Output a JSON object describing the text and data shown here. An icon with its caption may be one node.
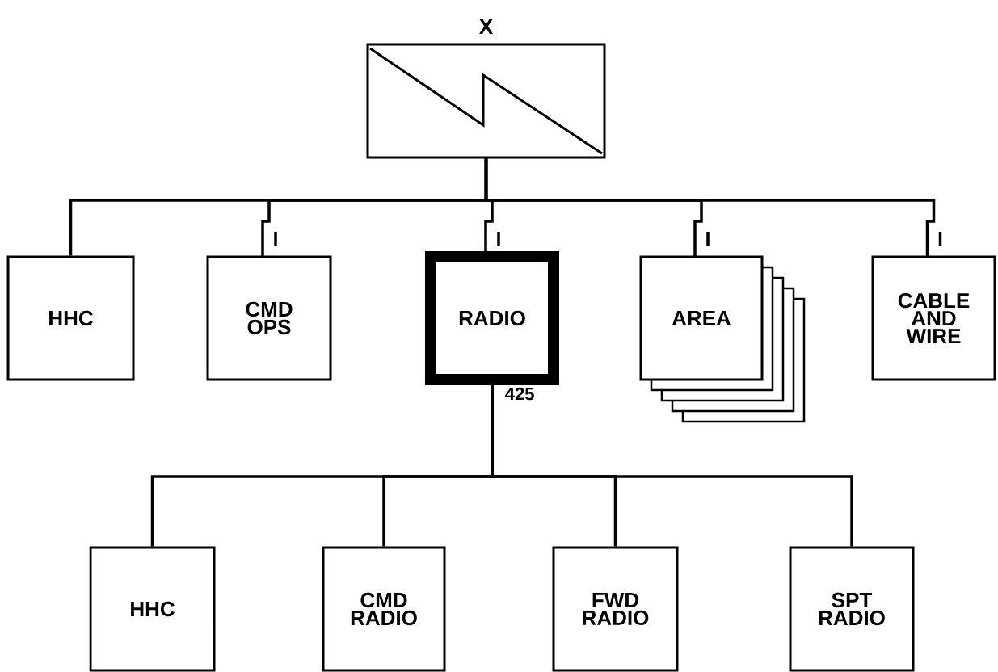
{
  "diagram": {
    "nodes": [
      {
        "text": [
          "X"
        ]
      },
      {
        "text": [
          "HHC"
        ]
      },
      {
        "text": [
          "CMD OPS"
        ]
      },
      {
        "text": [
          "RADIO"
        ],
        "beside": [
          "425"
        ]
      },
      {
        "text": [
          "AREA"
        ]
      },
      {
        "text": [
          "CABLE AND WIRE"
        ]
      },
      {
        "text": [
          "HHC"
        ]
      },
      {
        "text": [
          "CMD RADIO"
        ]
      },
      {
        "text": [
          "FWD RADIO"
        ]
      },
      {
        "text": [
          "SPT RADIO"
        ]
      }
    ],
    "edges": [
      {
        "from": 0,
        "to": 1,
        "arrow": "none"
      },
      {
        "from": 0,
        "to": 2,
        "arrow": "none"
      },
      {
        "from": 0,
        "to": 3,
        "arrow": "none"
      },
      {
        "from": 0,
        "to": 4,
        "arrow": "none"
      },
      {
        "from": 0,
        "to": 5,
        "arrow": "none"
      },
      {
        "from": 3,
        "to": 6,
        "arrow": "none"
      },
      {
        "from": 3,
        "to": 7,
        "arrow": "none"
      },
      {
        "from": 3,
        "to": 8,
        "arrow": "none"
      },
      {
        "from": 3,
        "to": 9,
        "arrow": "none"
      }
    ]
  }
}
